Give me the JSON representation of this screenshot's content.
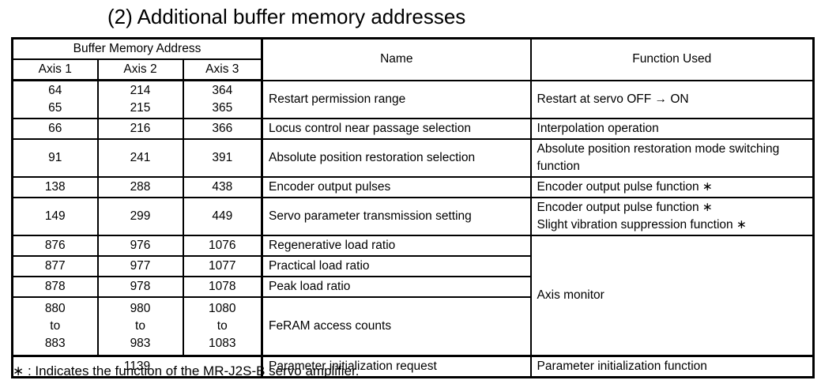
{
  "title": "(2) Additional buffer memory addresses",
  "table": {
    "header": {
      "buffer_memory_address": "Buffer Memory Address",
      "axis1": "Axis 1",
      "axis2": "Axis 2",
      "axis3": "Axis 3",
      "name": "Name",
      "function_used": "Function Used"
    },
    "rows": [
      {
        "axis1": "64\n65",
        "axis2": "214\n215",
        "axis3": "364\n365",
        "name": "Restart permission range",
        "function": "Restart at servo OFF → ON"
      },
      {
        "axis1": "66",
        "axis2": "216",
        "axis3": "366",
        "name": "Locus control near passage selection",
        "function": "Interpolation operation"
      },
      {
        "axis1": "91",
        "axis2": "241",
        "axis3": "391",
        "name": "Absolute position restoration selection",
        "function": "Absolute position restoration mode switching function"
      },
      {
        "axis1": "138",
        "axis2": "288",
        "axis3": "438",
        "name": "Encoder output pulses",
        "function": "Encoder output pulse function ∗"
      },
      {
        "axis1": "149",
        "axis2": "299",
        "axis3": "449",
        "name": "Servo parameter transmission setting",
        "function": "Encoder output pulse function ∗\nSlight vibration suppression function ∗"
      },
      {
        "axis1": "876",
        "axis2": "976",
        "axis3": "1076",
        "name": "Regenerative load ratio",
        "function": "Axis monitor"
      },
      {
        "axis1": "877",
        "axis2": "977",
        "axis3": "1077",
        "name": "Practical load ratio"
      },
      {
        "axis1": "878",
        "axis2": "978",
        "axis3": "1078",
        "name": "Peak load ratio"
      },
      {
        "axis1": "880\nto\n883",
        "axis2": "980\nto\n983",
        "axis3": "1080\nto\n1083",
        "name": "FeRAM access counts"
      },
      {
        "address_all_axes": "1139",
        "name": "Parameter initialization request",
        "function": "Parameter initialization function"
      }
    ]
  },
  "footnote": "∗ : Indicates the function of the MR-J2S-B servo amplifier."
}
